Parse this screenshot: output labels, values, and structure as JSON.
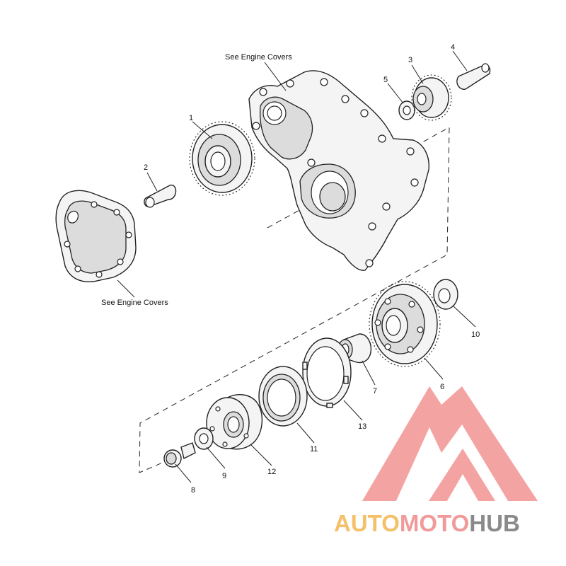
{
  "notes": {
    "top": "See Engine Covers",
    "left": "See Engine Covers"
  },
  "callouts": [
    "1",
    "2",
    "3",
    "4",
    "5",
    "6",
    "7",
    "8",
    "9",
    "10",
    "11",
    "12",
    "13"
  ],
  "logo": {
    "part1": "AUTO",
    "part2": "MOTO",
    "part3": "HUB",
    "color1": "#f5c06a",
    "color2": "#f19a9a",
    "color3": "#8a8a8a",
    "mark_color": "#f08080"
  }
}
